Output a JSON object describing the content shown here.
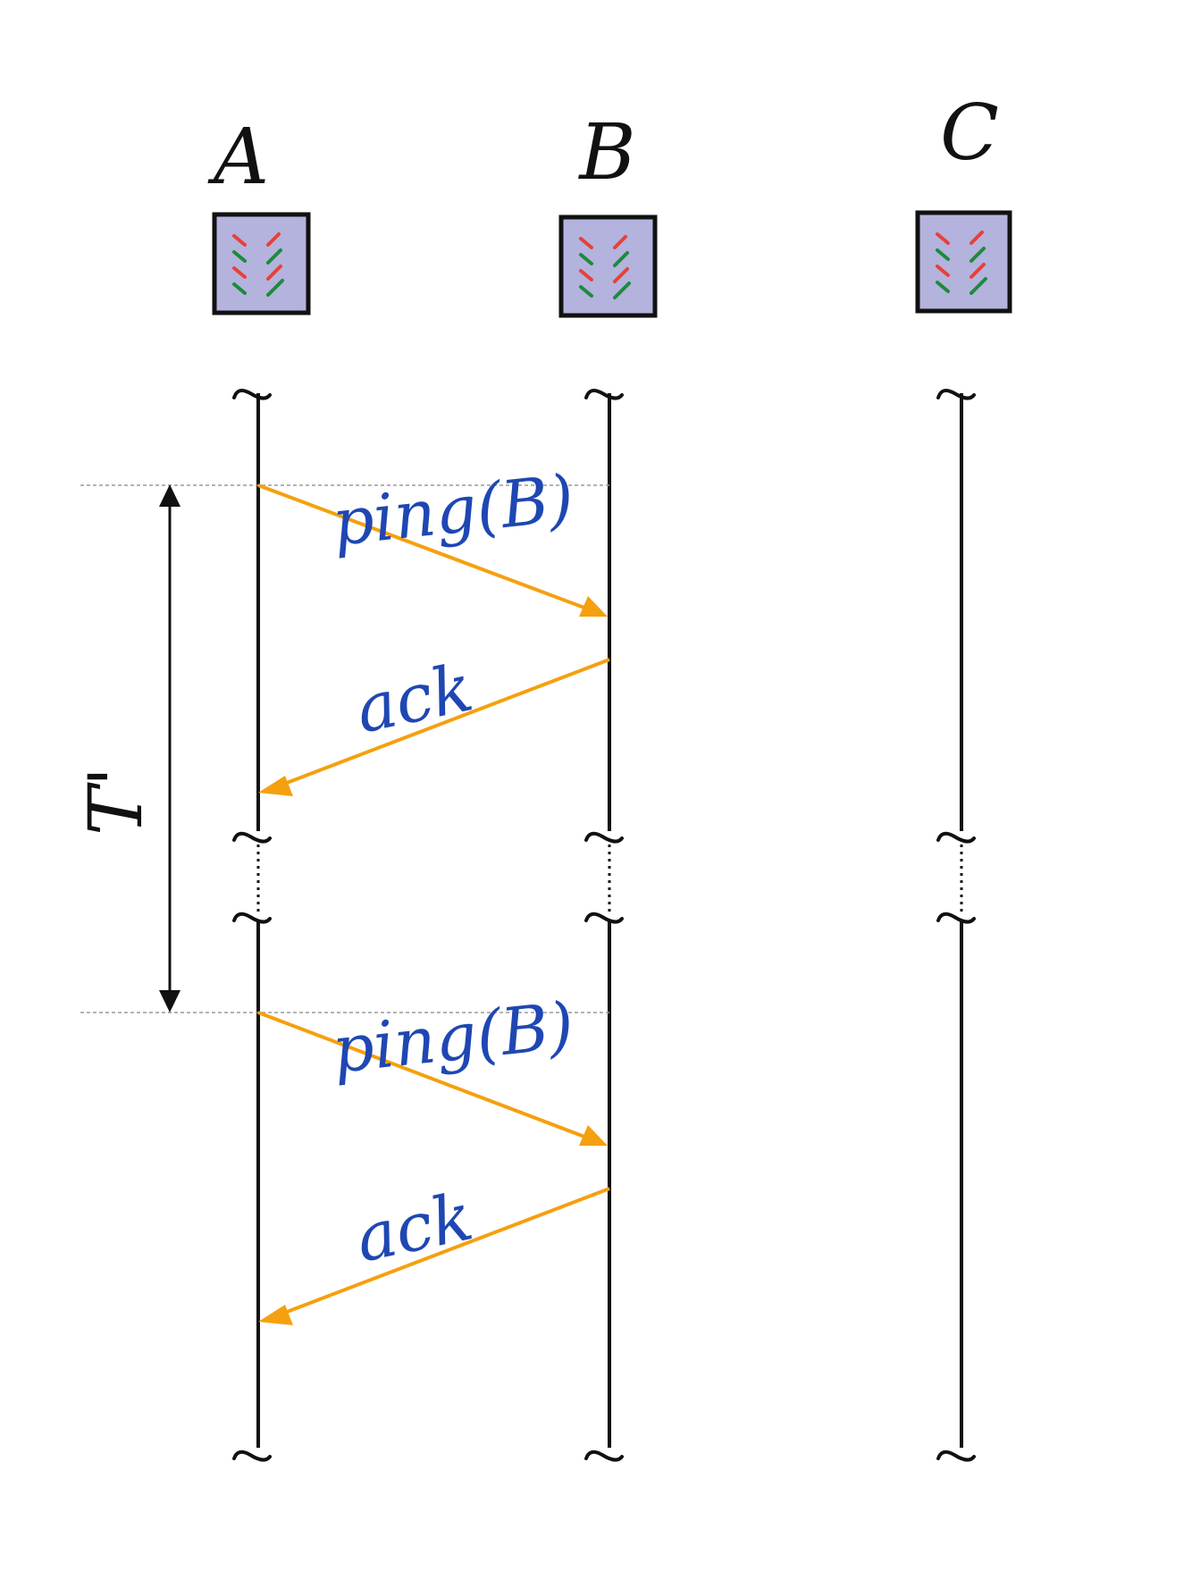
{
  "diagram": {
    "nodes": [
      {
        "id": "A",
        "label": "A"
      },
      {
        "id": "B",
        "label": "B"
      },
      {
        "id": "C",
        "label": "C"
      }
    ],
    "messages": [
      {
        "from": "A",
        "to": "B",
        "label": "ping(B)"
      },
      {
        "from": "B",
        "to": "A",
        "label": "ack"
      },
      {
        "from": "A",
        "to": "B",
        "label": "ping(B)"
      },
      {
        "from": "B",
        "to": "A",
        "label": "ack"
      }
    ],
    "interval_label": "T'",
    "colors": {
      "line": "#111111",
      "node_fill": "#b3b3dd",
      "message_arrow": "#f5a00e",
      "message_text": "#1f47b3",
      "tick_red": "#e8403a",
      "tick_green": "#1e8a3c",
      "guide": "#9a9a9a"
    }
  }
}
